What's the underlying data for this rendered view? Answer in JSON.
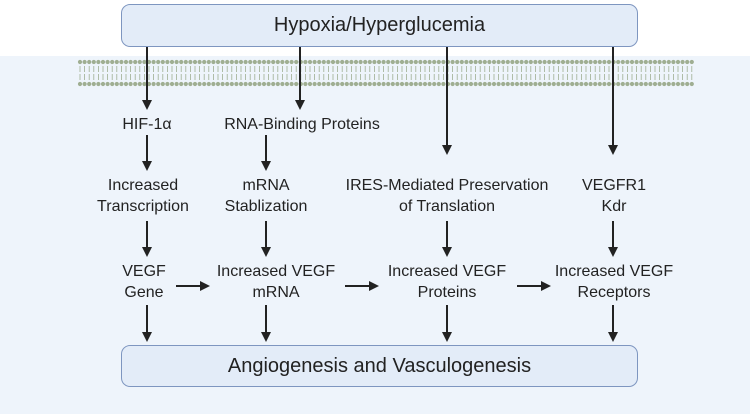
{
  "top": {
    "label": "Hypoxia/Hyperglucemia"
  },
  "bottom": {
    "label": "Angiogenesis and Vasculogenesis"
  },
  "columns": [
    {
      "level1": "HIF-1α",
      "level2": [
        "Increased",
        "Transcription"
      ],
      "level3": [
        "VEGF",
        "Gene"
      ]
    },
    {
      "level1": "RNA-Binding Proteins",
      "level2": [
        "mRNA",
        "Stablization"
      ],
      "level3": [
        "Increased VEGF",
        "mRNA"
      ]
    },
    {
      "level2": [
        "IRES-Mediated Preservation",
        "of Translation"
      ],
      "level3": [
        "Increased VEGF",
        "Proteins"
      ]
    },
    {
      "level2": [
        "VEGFR1",
        "Kdr"
      ],
      "level3": [
        "Increased VEGF",
        "Receptors"
      ]
    }
  ],
  "colors": {
    "box_fill": "#e3ecf8",
    "box_border": "#7e96c0",
    "cell_bg": "#eef4fb",
    "arrow": "#222222",
    "membrane": "#9fae92"
  }
}
